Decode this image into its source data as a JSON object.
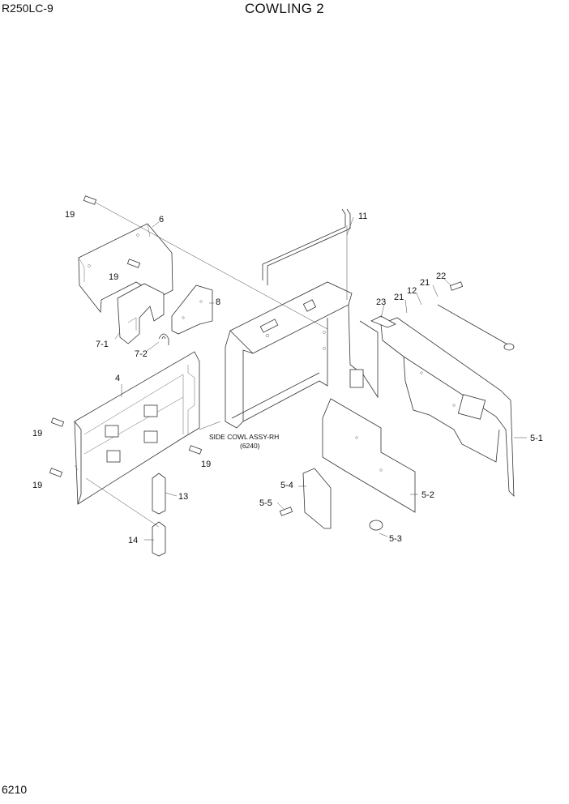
{
  "header": {
    "model": "R250LC-9",
    "title": "COWLING 2"
  },
  "footer": {
    "page_number": "6210"
  },
  "callouts": {
    "c4": "4",
    "c5_1": "5-1",
    "c5_2": "5-2",
    "c5_3": "5-3",
    "c5_4": "5-4",
    "c5_5": "5-5",
    "c6": "6",
    "c7_1": "7-1",
    "c7_2": "7-2",
    "c8": "8",
    "c11": "11",
    "c12": "12",
    "c13": "13",
    "c14": "14",
    "c19a": "19",
    "c19b": "19",
    "c19c": "19",
    "c19d": "19",
    "c19e": "19",
    "c21a": "21",
    "c21b": "21",
    "c22": "22",
    "c23": "23"
  },
  "notes": {
    "side_cowl": "SIDE COWL ASSY-RH",
    "side_cowl_ref": "(6240)"
  }
}
